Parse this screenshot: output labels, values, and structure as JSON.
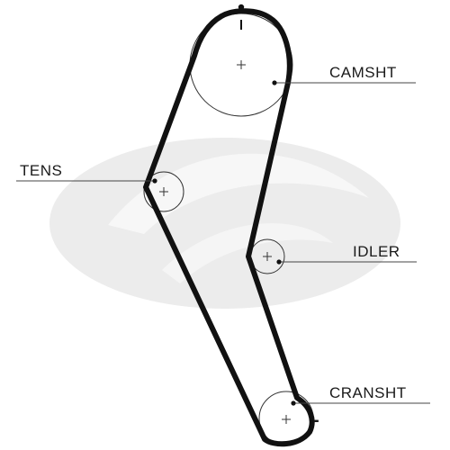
{
  "diagram": {
    "labels": {
      "camshaft": "CAMSHT",
      "tensioner": "TENS",
      "idler": "IDLER",
      "crankshaft": "CRANSHT"
    },
    "markers": {
      "minus": "-"
    },
    "colors": {
      "belt": "#111111",
      "pulley": "#333333",
      "leader": "#444444",
      "watermark": "#e9e9e9"
    }
  }
}
